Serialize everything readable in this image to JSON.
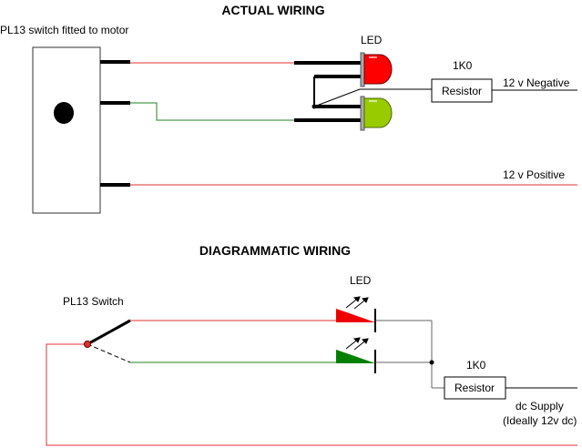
{
  "actual": {
    "title": "ACTUAL WIRING",
    "switch_label": "PL13 switch fitted to motor",
    "led_label": "LED",
    "resistor_value": "1K0",
    "resistor_label": "Resistor",
    "negative_label": "12 v Negative",
    "positive_label": "12 v Positive"
  },
  "diagrammatic": {
    "title": "DIAGRAMMATIC WIRING",
    "switch_label": "PL13 Switch",
    "led_label": "LED",
    "resistor_value": "1K0",
    "resistor_label": "Resistor",
    "supply_label_1": "dc Supply",
    "supply_label_2": "(Ideally 12v dc)"
  },
  "colors": {
    "red_wire": "#e03030",
    "green_wire": "#208020",
    "led_red": "#ff0000",
    "led_green": "#99cc00",
    "wire_black": "#000000",
    "grey_wire": "#666666"
  }
}
